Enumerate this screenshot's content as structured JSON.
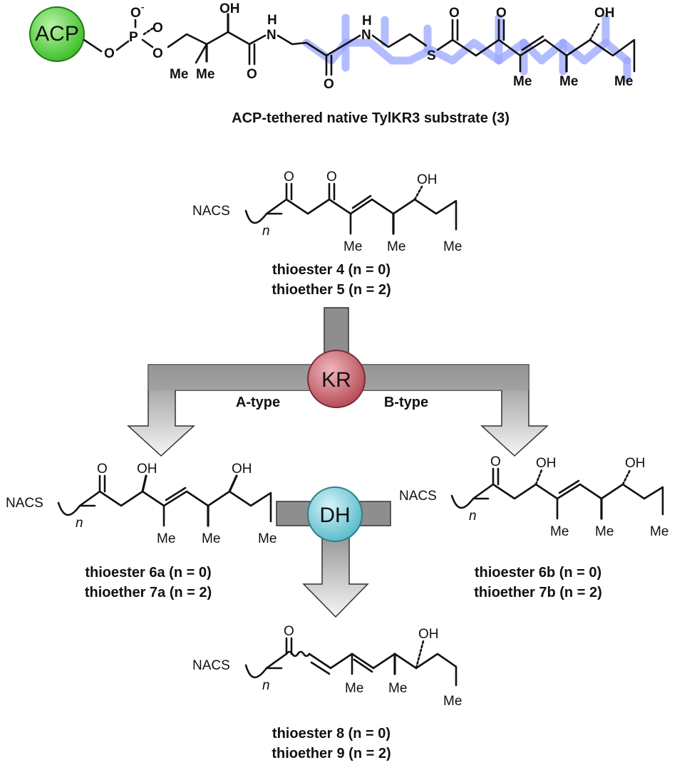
{
  "figure": {
    "substrate_caption": "ACP-tethered native TylKR3 substrate (3)",
    "acp_label": "ACP",
    "kr_label": "KR",
    "dh_label": "DH",
    "a_type": "A-type",
    "b_type": "B-type",
    "atoms": {
      "OH": "OH",
      "O": "O",
      "O_minus": "O",
      "P": "P",
      "Me": "Me",
      "N": "N",
      "H": "H",
      "S": "S",
      "NACS": "NACS",
      "n": "n"
    },
    "compounds": {
      "c45": {
        "line1": "thioester 4 (n = 0)",
        "line2": "thioether 5 (n = 2)"
      },
      "c67a": {
        "line1": "thioester 6a (n = 0)",
        "line2": "thioether 7a (n = 2)"
      },
      "c67b": {
        "line1": "thioester 6b (n = 0)",
        "line2": "thioether 7b (n = 2)"
      },
      "c89": {
        "line1": "thioester 8 (n = 0)",
        "line2": "thioether 9 (n = 2)"
      }
    },
    "colors": {
      "acp": "#4fcf3a",
      "kr": "#c9626c",
      "dh": "#7fd0dc",
      "arrow": "#9a9a9a",
      "highlight": "#9aa6ff"
    }
  }
}
